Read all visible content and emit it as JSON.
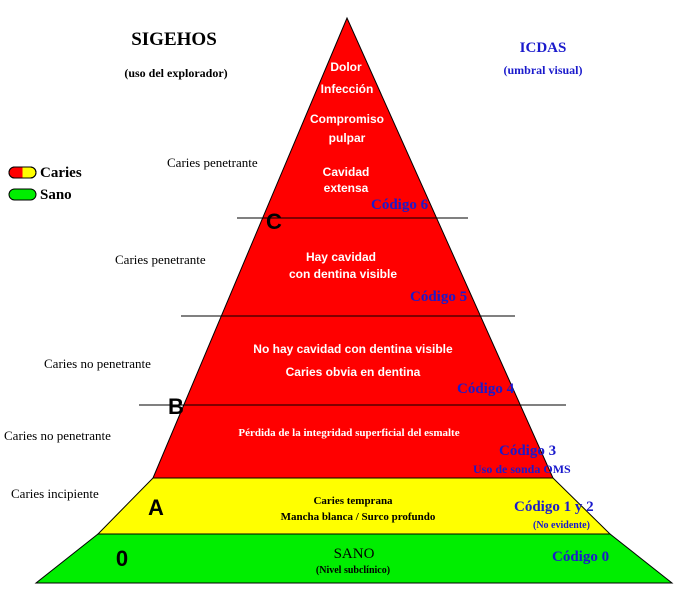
{
  "left_header": {
    "title": "SIGEHOS",
    "subtitle": "(uso del explorador)"
  },
  "right_header": {
    "title": "ICDAS",
    "subtitle": "(umbral visual)"
  },
  "legend": [
    {
      "label": "Caries",
      "icon": "caries-pill-icon"
    },
    {
      "label": "Sano",
      "icon": "healthy-pill-icon"
    }
  ],
  "levels": {
    "c": "C",
    "b": "B",
    "a": "A",
    "zero": "0"
  },
  "side_labels": [
    "Caries penetrante",
    "Caries penetrante",
    "Caries no penetrante",
    "Caries no penetrante",
    "Caries incipiente"
  ],
  "band_text": {
    "dolor": "Dolor",
    "infeccion": "Infección",
    "compromiso": "Compromiso",
    "pulpar": "pulpar",
    "cavidad": "Cavidad",
    "extensa": "extensa",
    "hay_cavidad": "Hay cavidad",
    "con_dentina": "con dentina visible",
    "no_hay_cavidad": "No hay cavidad con dentina visible",
    "caries_obvia": "Caries obvia en dentina",
    "perdida": "Pérdida de la integridad superficial del esmalte",
    "caries_temprana": "Caries temprana",
    "mancha_blanca": "Mancha blanca / Surco profundo",
    "sano": "SANO",
    "nivel_subclinico": "(Nivel subclínico)"
  },
  "codes": {
    "c6": "Código 6",
    "c5": "Código 5",
    "c4": "Código 4",
    "c3": "Código 3",
    "c3_note": "Uso de sonda OMS",
    "c12": "Código 1 y 2",
    "c12_note": "(No evidente)",
    "c0": "Código 0"
  },
  "colors": {
    "caries_red": "#ff0000",
    "incipient_yellow": "#ffff00",
    "healthy_green": "#00ee00",
    "icdas_blue": "#1a1acc",
    "outline": "#000000",
    "band_text": "#ffffff"
  }
}
